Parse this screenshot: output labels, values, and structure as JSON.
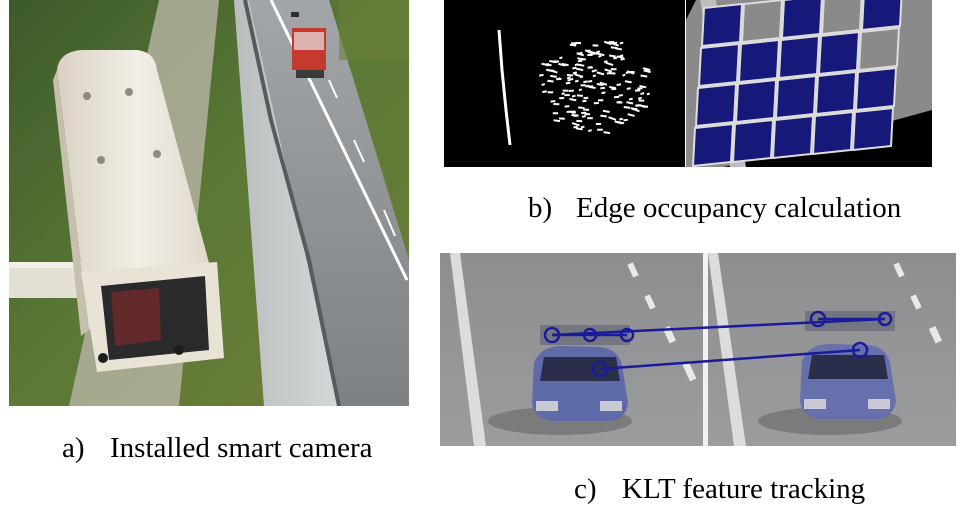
{
  "figure": {
    "panel_a": {
      "caption_letter": "a)",
      "caption_text": "Installed smart camera"
    },
    "panel_b": {
      "caption_letter": "b)",
      "caption_text": "Edge occupancy calculation"
    },
    "panel_c": {
      "caption_letter": "c)",
      "caption_text": "KLT feature tracking"
    }
  },
  "colors": {
    "highway_asphalt": "#8e9092",
    "vegetation": "#4f6a2e",
    "camera_housing": "#ece6d9",
    "occupancy_cell": "#16187a",
    "tracking_line": "#1a1a9a"
  }
}
